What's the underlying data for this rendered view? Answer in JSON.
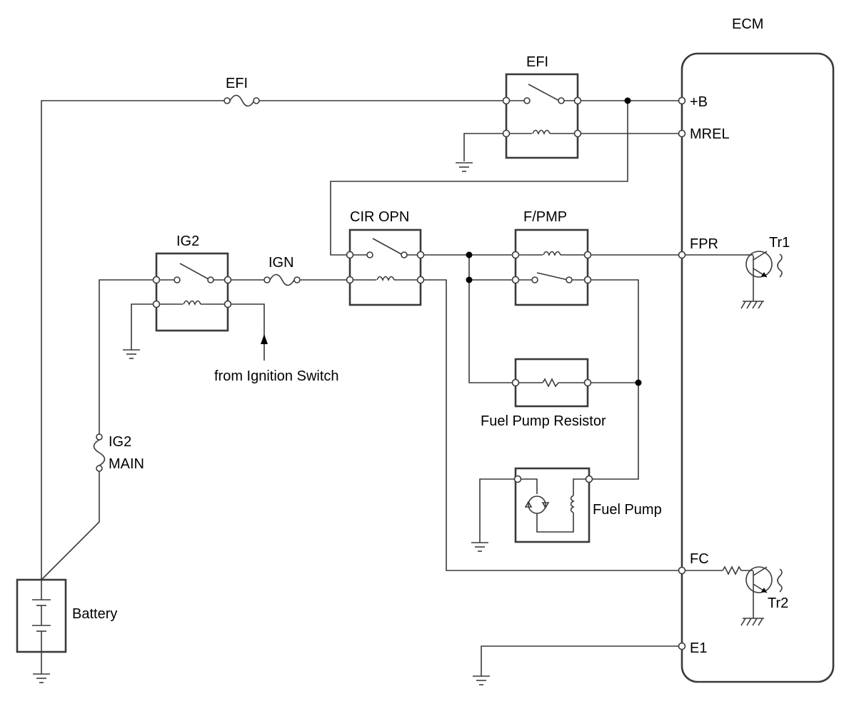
{
  "ecm": {
    "title": "ECM",
    "pins": {
      "b": "+B",
      "mrel": "MREL",
      "fpr": "FPR",
      "fc": "FC",
      "e1": "E1"
    }
  },
  "relays": {
    "efi": "EFI",
    "ig2": "IG2",
    "cir_opn": "CIR OPN",
    "f_pmp": "F/PMP"
  },
  "fuses": {
    "efi": "EFI",
    "ign": "IGN",
    "ig2_main_line1": "IG2",
    "ig2_main_line2": "MAIN"
  },
  "components": {
    "fuel_pump_resistor": "Fuel Pump Resistor",
    "fuel_pump": "Fuel Pump",
    "battery": "Battery",
    "tr1": "Tr1",
    "tr2": "Tr2",
    "from_ignition_switch": "from Ignition Switch"
  }
}
